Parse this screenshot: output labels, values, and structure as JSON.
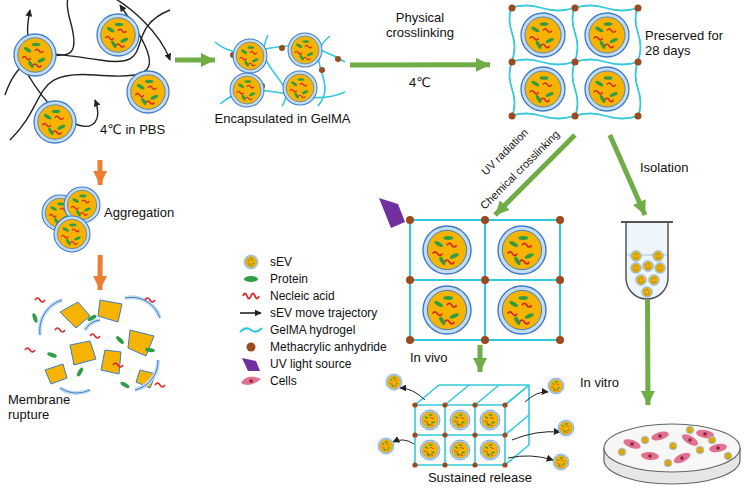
{
  "diagram": {
    "nodes": [
      {
        "text": [
          "4℃ in PBS"
        ]
      },
      {
        "text": [
          "Encapsulated in GelMA"
        ]
      },
      {
        "text": [
          "Preserved for 28 days"
        ]
      },
      {
        "text": [
          "Aggregation"
        ]
      },
      {
        "text": [
          "Membrane rupture"
        ]
      },
      {
        "text": [
          "In vivo"
        ]
      },
      {
        "text": [
          "Sustained release"
        ]
      },
      {
        "text": [
          "Isolation"
        ]
      },
      {
        "text": [
          "In vitro"
        ]
      }
    ],
    "edges": [
      {
        "from": 0,
        "to": 1,
        "arrow": "to"
      },
      {
        "from": 1,
        "to": 2,
        "label": "Physical crosslinking",
        "arrow": "to"
      },
      {
        "from": 0,
        "to": 3,
        "arrow": "to"
      },
      {
        "from": 3,
        "to": 4,
        "arrow": "to"
      },
      {
        "from": 2,
        "to": 5,
        "label": "UV radiation",
        "arrow": "to"
      },
      {
        "from": 2,
        "to": 7,
        "arrow": "to"
      },
      {
        "from": 5,
        "to": 6,
        "arrow": "to"
      },
      {
        "from": 7,
        "to": 8,
        "arrow": "to"
      }
    ],
    "labels": [
      "4℃",
      "Chemical crosslinking"
    ],
    "legend": [
      {
        "text": "sEV"
      },
      {
        "text": "Protein"
      },
      {
        "text": "Necleic acid"
      },
      {
        "text": "sEV move trajectory"
      },
      {
        "text": "GelMA hydrogel"
      },
      {
        "text": "Methacrylic anhydride"
      },
      {
        "text": "UV light source"
      },
      {
        "text": "Cells"
      }
    ]
  }
}
